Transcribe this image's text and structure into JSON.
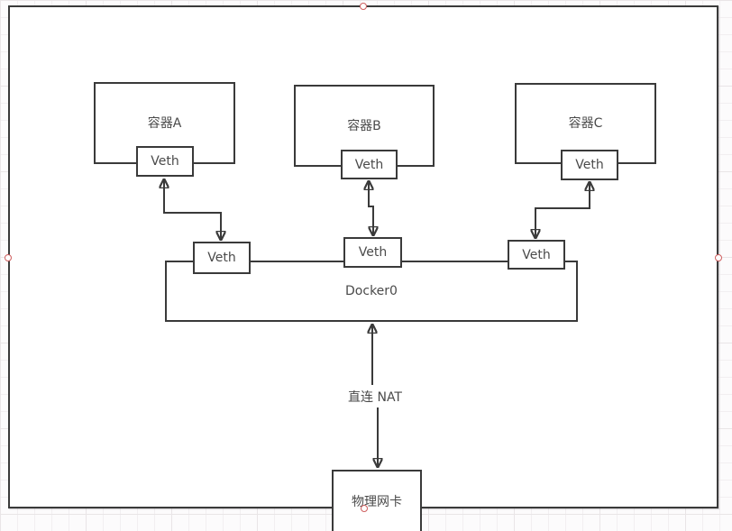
{
  "app": {
    "view": "diagram-canvas"
  },
  "colors": {
    "shape_border": "#3a3a3a",
    "label_text": "#4a4a4a",
    "selection_handle": "#cf5f5f",
    "canvas_background": "#fcfbfc",
    "grid_minor": "#f2eff1",
    "grid_major": "#e9e5e7"
  },
  "nodes": {
    "container_a": {
      "label": "容器A"
    },
    "container_b": {
      "label": "容器B"
    },
    "container_c": {
      "label": "容器C"
    },
    "veth_a": {
      "label": "Veth"
    },
    "veth_b": {
      "label": "Veth"
    },
    "veth_c": {
      "label": "Veth"
    },
    "bridge_veth_left": {
      "label": "Veth"
    },
    "bridge_veth_center": {
      "label": "Veth"
    },
    "bridge_veth_right": {
      "label": "Veth"
    },
    "docker0": {
      "label": "Docker0"
    },
    "physical_nic": {
      "label": "物理网卡"
    }
  },
  "edges": {
    "nat_link": {
      "label": "直连 NAT"
    }
  },
  "selection": {
    "selected_shape": "boundary-rect",
    "handles": [
      "top",
      "right",
      "bottom",
      "left"
    ]
  }
}
